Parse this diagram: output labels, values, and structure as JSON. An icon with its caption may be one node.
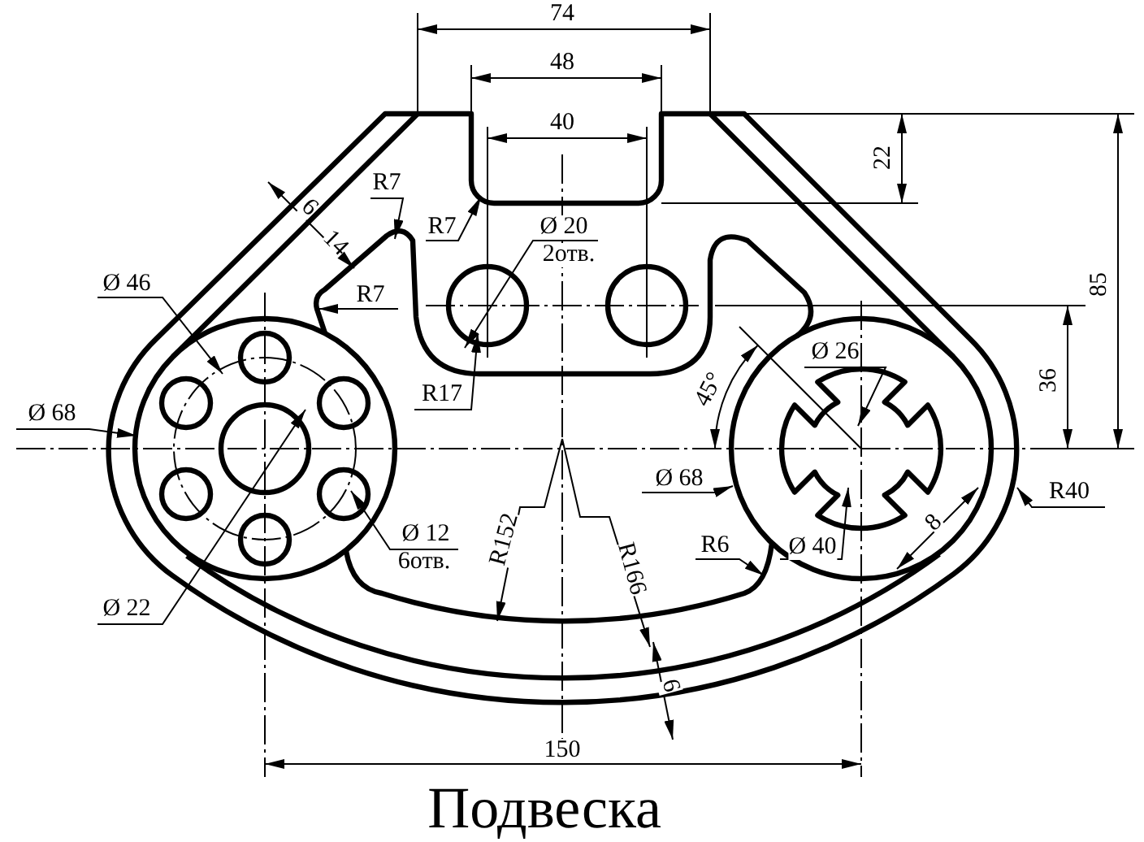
{
  "diagram": {
    "caption": "Подвеска",
    "labels": [
      "74",
      "48",
      "40",
      "22",
      "R7",
      "6",
      "R7",
      "14",
      "Ø 20",
      "2отв.",
      "85",
      "Ø 46",
      "R7",
      "Ø 26",
      "36",
      "45°",
      "R17",
      "Ø 68",
      "Ø 68",
      "R40",
      "8",
      "R152",
      "Ø 12",
      "6отв.",
      "R6",
      "Ø 40",
      "R166",
      "Ø 22",
      "6",
      "150"
    ]
  }
}
